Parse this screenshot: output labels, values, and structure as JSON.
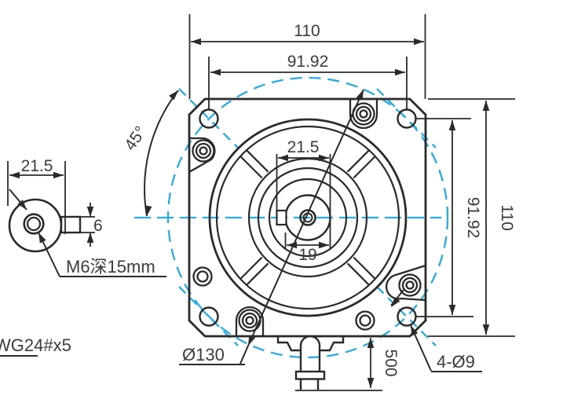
{
  "drawing": {
    "type": "engineering-dimension-drawing",
    "colors": {
      "line": "#2b2a29",
      "text": "#3b3b3e",
      "centerline": "#29abe2",
      "background": "#ffffff"
    },
    "main_view": {
      "dims": {
        "overall_width": "110",
        "hole_spacing_horizontal": "91.92",
        "hole_spacing_vertical": "91.92",
        "overall_height": "110",
        "key_span": "21.5",
        "shaft_diameter": "19",
        "hole_angle": "45°",
        "cable_length": "500"
      },
      "callouts": {
        "bolt_circle": "Ø130",
        "corner_holes": "4-Ø9"
      }
    },
    "shaft_detail": {
      "dims": {
        "shaft_outer": "21.5",
        "key_width": "6"
      },
      "callouts": {
        "tapped_hole": "M6深15mm"
      }
    },
    "wire_label": "WG24#x5"
  }
}
